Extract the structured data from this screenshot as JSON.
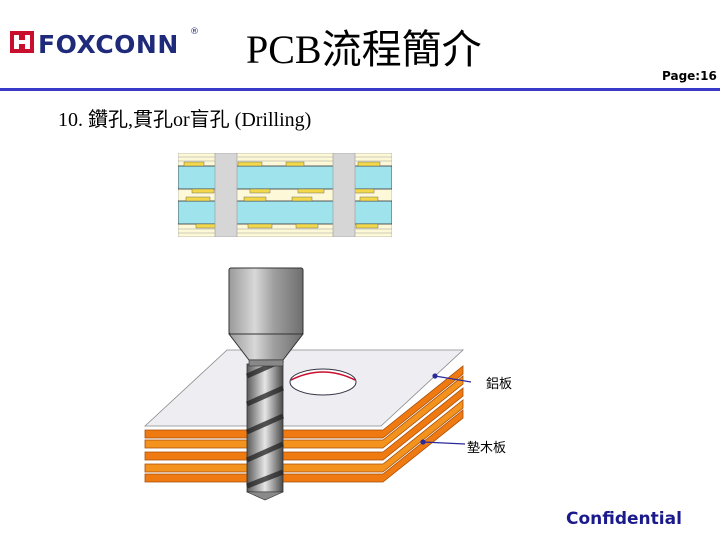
{
  "header": {
    "logo_text": "FOXCONN",
    "logo_mark": "®",
    "title": "PCB流程簡介",
    "page_label": "Page:16"
  },
  "section": {
    "heading": "10. 鑽孔,貫孔or盲孔 (Drilling)"
  },
  "diagram": {
    "labels": {
      "aluminum_plate": "鋁板",
      "backup_board": "墊木板"
    }
  },
  "footer": {
    "text": "Confidential"
  },
  "colors": {
    "logo_blue": "#1f2a7a",
    "logo_red": "#c8102e",
    "divider": "#3a3ac8",
    "pcb_layer": "#9fe3ec",
    "board_orange": "#f07a12",
    "footer_blue": "#1a1a8c"
  }
}
